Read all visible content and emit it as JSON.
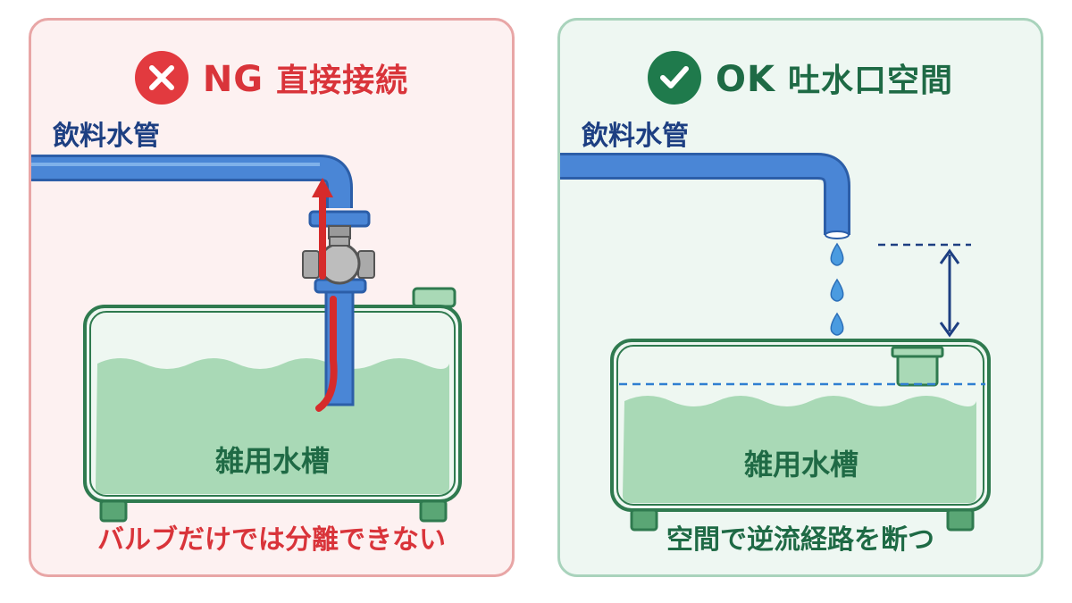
{
  "ng_panel": {
    "tag": "NG",
    "title": "直接接続",
    "badge_icon": "cross-icon",
    "pipe_label": "飲料水管",
    "tank_label": "雑用水槽",
    "caption": "バルブだけでは分離できない"
  },
  "ok_panel": {
    "tag": "OK",
    "title": "吐水口空間",
    "badge_icon": "check-icon",
    "pipe_label": "飲料水管",
    "tank_label": "雑用水槽",
    "caption": "空間で逆流経路を断つ"
  },
  "colors": {
    "ng_accent": "#e23a3f",
    "ok_accent": "#1f7a4c",
    "pipe": "#4a86d6",
    "tank_water": "#a9d9b6",
    "backflow_arrow": "#d62b2b"
  }
}
